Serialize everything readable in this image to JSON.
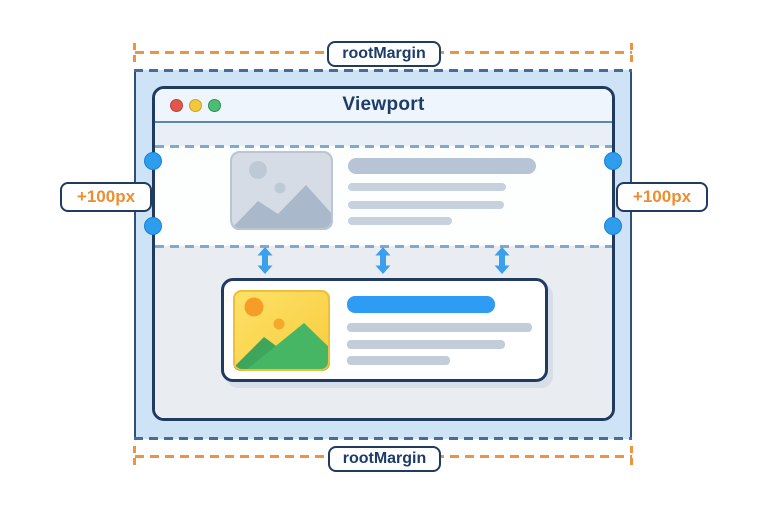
{
  "window": {
    "title": "Viewport"
  },
  "annotations": {
    "root_margin_top": "rootMargin",
    "root_margin_bottom": "rootMargin",
    "offset_left": "+100px",
    "offset_right": "+100px"
  },
  "colors": {
    "navy_outline": "#203a60",
    "orange_accent": "#ec9440",
    "orange_text": "#ee8e2f",
    "blue_accent": "#2f9ded",
    "root_margin_fill": "#cfe3f7",
    "target_heading_blue": "#2e9cf4",
    "skeleton_gray": "#c7d0dd",
    "traffic_red": "#e2574d",
    "traffic_yellow": "#f1c83e",
    "traffic_green": "#4abf74"
  },
  "icons": {
    "traffic_lights": [
      "traffic-light-red-icon",
      "traffic-light-yellow-icon",
      "traffic-light-green-icon"
    ],
    "gray_placeholder": "image-placeholder-icon",
    "target_image": "photo-image-icon",
    "arrows": "double-arrow-vertical-icon",
    "handles": "margin-handle-dot"
  }
}
